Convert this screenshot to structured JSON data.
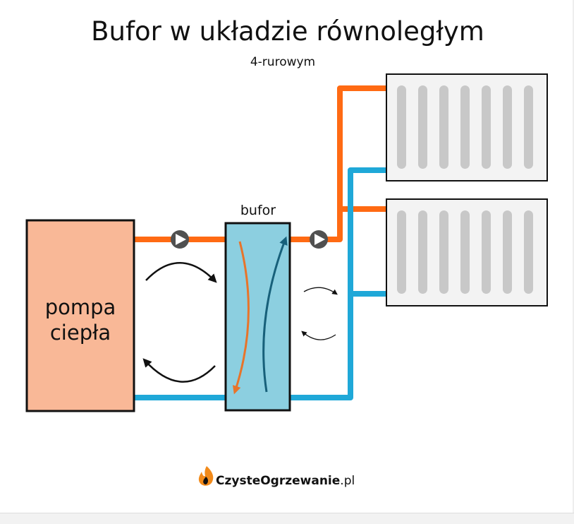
{
  "title": "Bufor w układzie równoległym",
  "subtitle": "4-rurowym",
  "heat_pump": {
    "label_line1": "pompa",
    "label_line2": "ciepła"
  },
  "buffer": {
    "label": "bufor"
  },
  "brand": {
    "name_bold": "CzysteOgrzewanie",
    "name_suffix": ".pl"
  },
  "icons": {
    "pump": "circulation-pump-icon",
    "flame": "flame-icon",
    "radiator": "radiator-icon"
  },
  "colors": {
    "hot_pipe": "#ff6a13",
    "cold_pipe": "#1fa8d8",
    "heat_pump_fill": "#f9b897",
    "buffer_fill": "#8ccfe0",
    "radiator_fill": "#f3f3f3",
    "radiator_fin": "#c8c8c8",
    "hot_flow_arrow": "#e8742a",
    "cold_flow_arrow": "#17607a",
    "pump_fill": "#505050"
  }
}
